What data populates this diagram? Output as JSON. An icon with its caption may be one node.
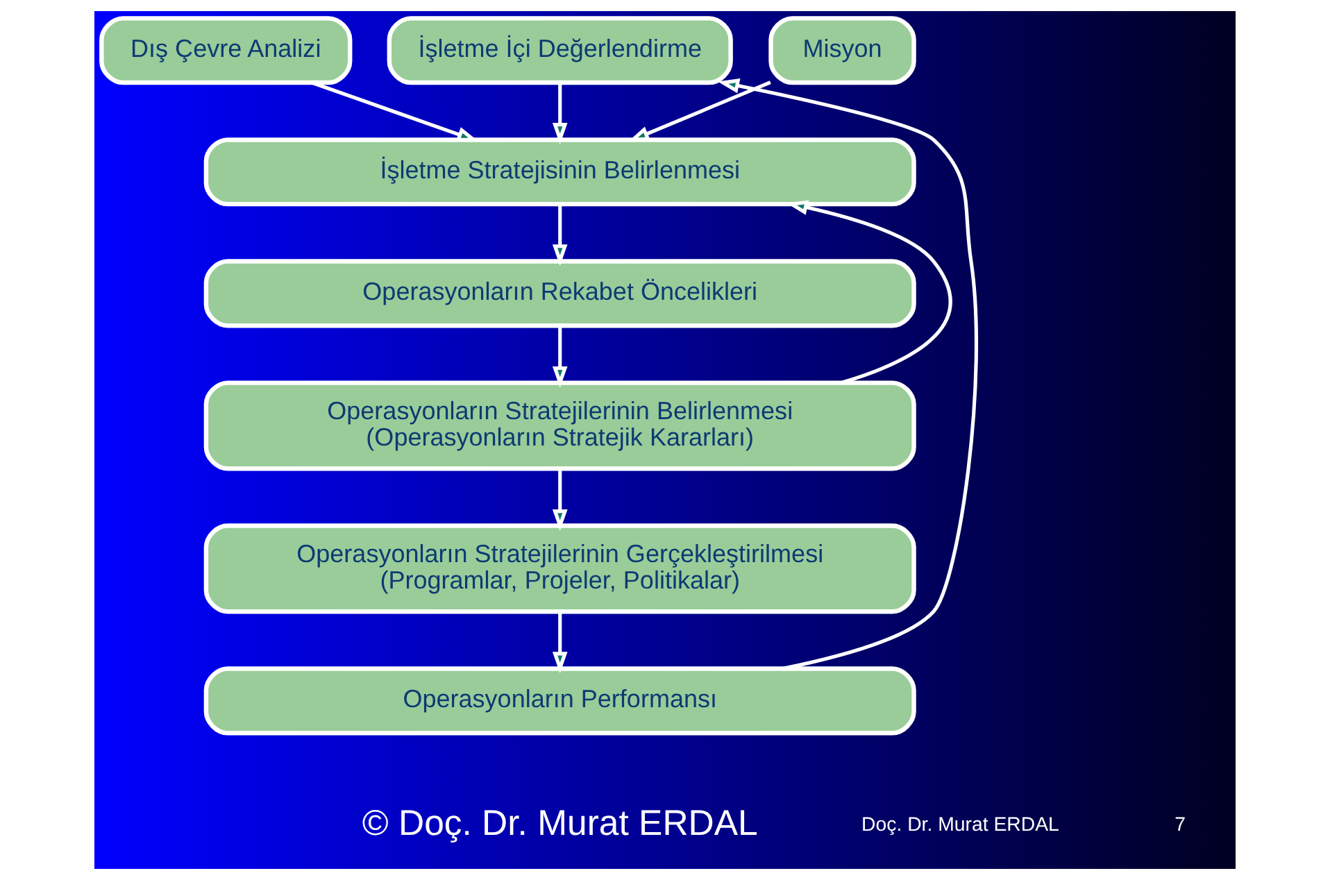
{
  "diagram": {
    "nodes": [
      {
        "text": [
          "Dış Çevre Analizi"
        ]
      },
      {
        "text": [
          "Misyon"
        ]
      },
      {
        "text": [
          "İşletme İçi Değerlendirme"
        ]
      },
      {
        "text": [
          "İşletme Stratejisinin Belirlenmesi"
        ]
      },
      {
        "text": [
          "Operasyonların Rekabet Öncelikleri"
        ]
      },
      {
        "text": [
          "Operasyonların Stratejilerinin Belirlenmesi",
          "(Operasyonların Stratejik Kararları)"
        ]
      },
      {
        "text": [
          "Operasyonların Stratejilerinin Gerçekleştirilmesi",
          "(Programlar, Projeler, Politikalar)"
        ]
      },
      {
        "text": [
          "Operasyonların Performansı"
        ]
      }
    ],
    "edges": [
      {
        "from": 0,
        "to": 3,
        "arrow": "to"
      },
      {
        "from": 1,
        "to": 3,
        "arrow": "to"
      },
      {
        "from": 2,
        "to": 3,
        "arrow": "to"
      },
      {
        "from": 3,
        "to": 4,
        "arrow": "to"
      },
      {
        "from": 4,
        "to": 5,
        "arrow": "to"
      },
      {
        "from": 5,
        "to": 3,
        "arrow": "to"
      },
      {
        "from": 5,
        "to": 6,
        "arrow": "to"
      },
      {
        "from": 6,
        "to": 7,
        "arrow": "to"
      },
      {
        "from": 7,
        "to": 2,
        "arrow": "to"
      }
    ],
    "labels": [
      "© Doç. Dr. Murat ERDAL",
      "Doç. Dr. Murat ERDAL",
      "7"
    ]
  }
}
